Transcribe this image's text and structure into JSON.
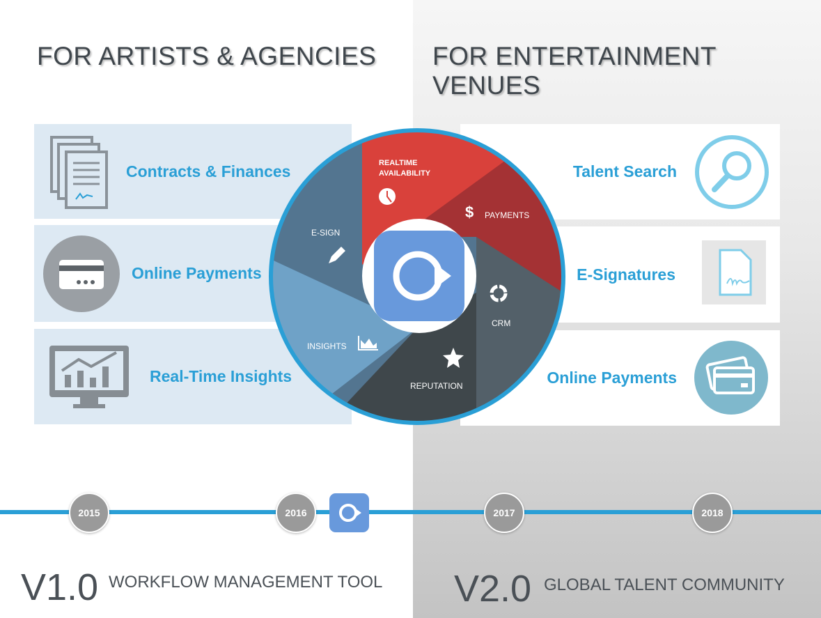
{
  "headers": {
    "left": "FOR ARTISTS & AGENCIES",
    "right": "FOR ENTERTAINMENT VENUES"
  },
  "left_cards": [
    {
      "label": "Contracts & Finances",
      "icon": "documents-icon"
    },
    {
      "label": "Online Payments",
      "icon": "credit-card-icon"
    },
    {
      "label": "Real-Time Insights",
      "icon": "monitor-chart-icon"
    }
  ],
  "right_cards": [
    {
      "label": "Talent Search",
      "icon": "search-icon"
    },
    {
      "label": "E-Signatures",
      "icon": "signature-document-icon"
    },
    {
      "label": "Online Payments",
      "icon": "credit-card-icon"
    }
  ],
  "wheel": {
    "realtime_1": "REALTIME",
    "realtime_2": "AVAILABILITY",
    "payments": "PAYMENTS",
    "crm": "CRM",
    "reputation": "REPUTATION",
    "insights": "INSIGHTS",
    "esign": "E-SIGN",
    "dollar": "$"
  },
  "colors": {
    "accent": "#2a9fd6",
    "red": "#d9413b",
    "dark_red": "#a43234",
    "slate": "#536069",
    "charcoal": "#3f474b",
    "light_blue": "#6fa2c7",
    "steel_blue": "#537590",
    "logo": "#6899dc"
  },
  "timeline": {
    "years": [
      "2015",
      "2016",
      "2017",
      "2018"
    ]
  },
  "versions": [
    {
      "version": "V1.0",
      "title": "WORKFLOW MANAGEMENT TOOL"
    },
    {
      "version": "V2.0",
      "title": "GLOBAL TALENT COMMUNITY"
    }
  ]
}
